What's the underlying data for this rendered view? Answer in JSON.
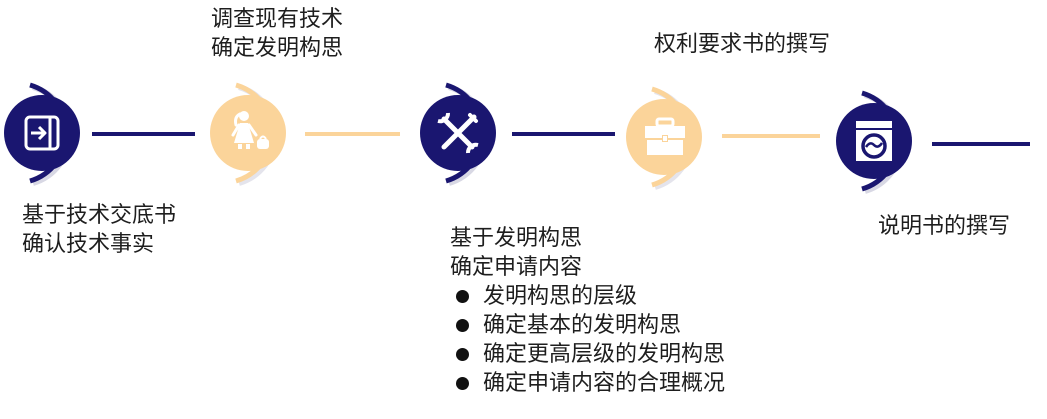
{
  "colors": {
    "navy": "#1a1670",
    "peach": "#fbd49a",
    "text": "#1e1e1e"
  },
  "steps": [
    {
      "id": 1,
      "icon": "sign-in-arrow-icon",
      "color": "navy",
      "label_position": "below",
      "label_lines": [
        "基于技术交底书",
        "确认技术事实"
      ]
    },
    {
      "id": 2,
      "icon": "person-with-bag-icon",
      "color": "peach",
      "label_position": "above",
      "label_lines": [
        "调查现有技术",
        "确定发明构思"
      ]
    },
    {
      "id": 3,
      "icon": "wrench-screwdriver-icon",
      "color": "navy",
      "label_position": "below",
      "label_lines": [
        "基于发明构思",
        "确定申请内容"
      ],
      "bullets": [
        "发明构思的层级",
        "确定基本的发明构思",
        "确定更高层级的发明构思",
        "确定申请内容的合理概况"
      ]
    },
    {
      "id": 4,
      "icon": "briefcase-icon",
      "color": "peach",
      "label_position": "above",
      "label_lines": [
        "权利要求书的撰写"
      ]
    },
    {
      "id": 5,
      "icon": "washing-machine-icon",
      "color": "navy",
      "label_position": "below",
      "label_lines": [
        "说明书的撰写"
      ]
    }
  ]
}
